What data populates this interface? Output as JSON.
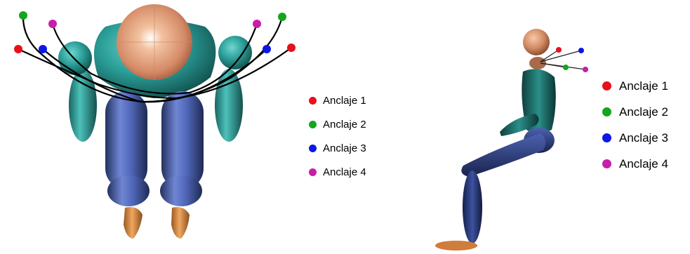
{
  "colors": {
    "anchor_1": "#e8101a",
    "anchor_2": "#15a51d",
    "anchor_3": "#0d17e6",
    "anchor_4": "#c81ea8",
    "teal": "#2a9d97",
    "blue_segment": "#4f66b8",
    "skin": "#e8a07a",
    "foot": "#d98a40"
  },
  "left_figure": {
    "legend": [
      {
        "label": "Anclaje 1",
        "color_key": "anchor_1"
      },
      {
        "label": "Anclaje 2",
        "color_key": "anchor_2"
      },
      {
        "label": "Anclaje 3",
        "color_key": "anchor_3"
      },
      {
        "label": "Anclaje 4",
        "color_key": "anchor_4"
      }
    ]
  },
  "right_figure": {
    "legend": [
      {
        "label": "Anclaje 1",
        "color_key": "anchor_1"
      },
      {
        "label": "Anclaje 2",
        "color_key": "anchor_2"
      },
      {
        "label": "Anclaje 3",
        "color_key": "anchor_3"
      },
      {
        "label": "Anclaje 4",
        "color_key": "anchor_4"
      }
    ]
  }
}
